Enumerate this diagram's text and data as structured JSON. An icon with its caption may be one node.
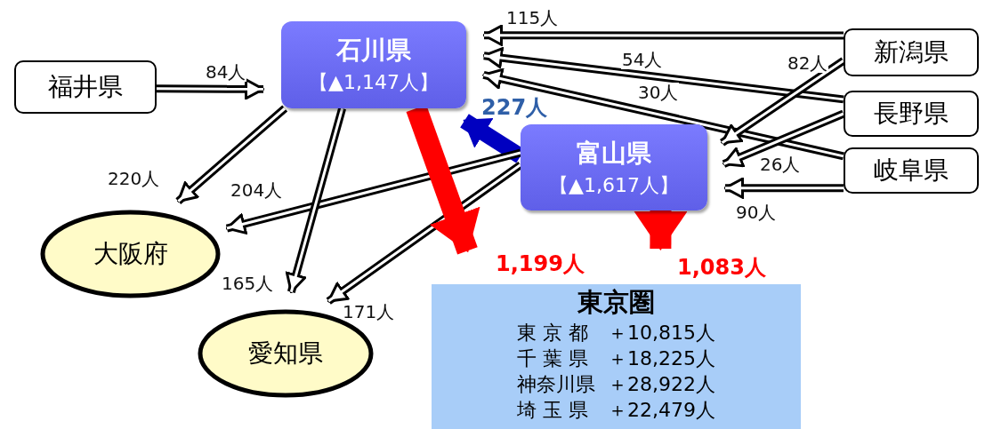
{
  "diagram": {
    "nodes": [
      {
        "text": [
          "石川県",
          "【▲1,147人】"
        ]
      },
      {
        "text": [
          "福井県"
        ]
      },
      {
        "text": [
          "富山県",
          "【▲1,617人】"
        ]
      },
      {
        "text": [
          "新潟県"
        ]
      },
      {
        "text": [
          "長野県"
        ]
      },
      {
        "text": [
          "岐阜県"
        ]
      },
      {
        "text": [
          "大阪府"
        ]
      },
      {
        "text": [
          "愛知県"
        ]
      },
      {
        "text": [
          "東京圏",
          "東 京 都",
          "＋10,815人",
          "千 葉 県",
          "＋18,225人",
          "神奈川県",
          "＋28,922人",
          "埼 玉 県",
          "＋22,479人"
        ]
      }
    ],
    "edges": [
      {
        "from": 1,
        "to": 0,
        "arrow": "to",
        "label": "84人"
      },
      {
        "from": 3,
        "to": 0,
        "arrow": "to",
        "label": "115人"
      },
      {
        "from": 4,
        "to": 0,
        "arrow": "to",
        "label": "54人"
      },
      {
        "from": 5,
        "to": 0,
        "arrow": "to",
        "label": "30人"
      },
      {
        "from": 3,
        "to": 2,
        "arrow": "to",
        "label": "82人"
      },
      {
        "from": 4,
        "to": 2,
        "arrow": "to",
        "label": "26人"
      },
      {
        "from": 5,
        "to": 2,
        "arrow": "to",
        "label": "90人"
      },
      {
        "from": 2,
        "to": 0,
        "arrow": "to",
        "label": "227人",
        "style": "thick",
        "color": "#0000c0"
      },
      {
        "from": 0,
        "to": 6,
        "arrow": "to",
        "label": "220人"
      },
      {
        "from": 2,
        "to": 6,
        "arrow": "to",
        "label": "204人"
      },
      {
        "from": 0,
        "to": 7,
        "arrow": "to",
        "label": "165人"
      },
      {
        "from": 2,
        "to": 7,
        "arrow": "to",
        "label": "171人"
      },
      {
        "from": 0,
        "to": 8,
        "arrow": "to",
        "label": "1,199人",
        "style": "thick",
        "color": "#ff0000"
      },
      {
        "from": 2,
        "to": 8,
        "arrow": "to",
        "label": "1,083人",
        "style": "thick",
        "color": "#ff0000"
      }
    ]
  }
}
